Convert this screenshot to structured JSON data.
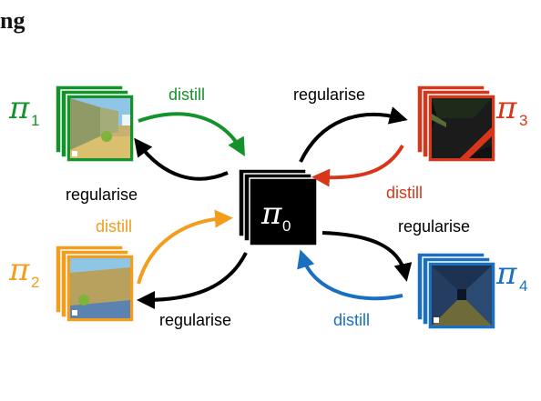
{
  "heading": "ng",
  "colors": {
    "green": "#14922b",
    "red": "#d8361a",
    "orange": "#f29d1b",
    "blue": "#1a6fc0",
    "black": "#000000"
  },
  "policies": [
    {
      "symbol": "π",
      "sub": "1",
      "color": "#14922b"
    },
    {
      "symbol": "π",
      "sub": "2",
      "color": "#f29d1b"
    },
    {
      "symbol": "π",
      "sub": "3",
      "color": "#d8361a"
    },
    {
      "symbol": "π",
      "sub": "4",
      "color": "#1a6fc0"
    }
  ],
  "central": {
    "symbol": "π",
    "sub": "0"
  },
  "labels": {
    "distill_1": "distill",
    "regularise_1": "regularise",
    "distill_2": "distill",
    "regularise_2": "regularise",
    "regularise_3": "regularise",
    "distill_3": "distill",
    "regularise_4": "regularise",
    "distill_4": "distill"
  }
}
